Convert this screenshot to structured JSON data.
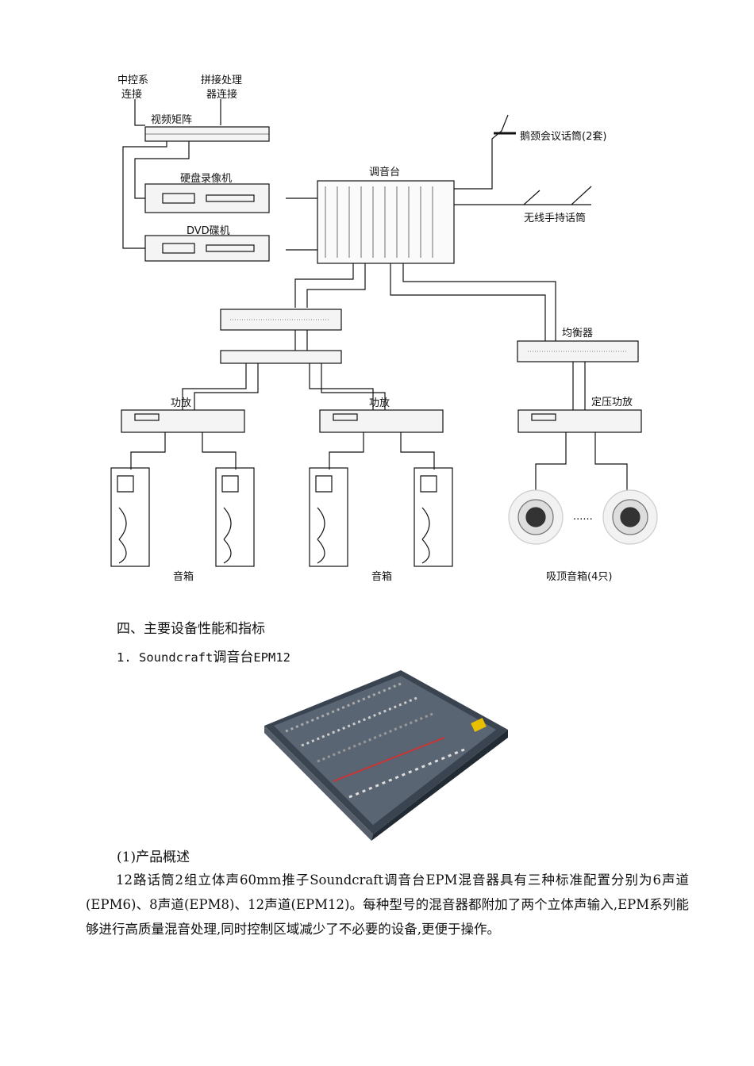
{
  "diagram": {
    "labels": {
      "central_control": "中控系",
      "connect": "连接",
      "splice_processor": "拼接处理",
      "device_connect": "器连接",
      "video_matrix": "视频矩阵",
      "dvr": "硬盘录像机",
      "dvd": "DVD碟机",
      "mixer": "调音台",
      "gooseneck_mic": "鹅颈会议话筒(2套)",
      "wireless_mic": "无线手持话筒",
      "equalizer": "均衡器",
      "amp_left": "功放",
      "amp_right": "功放",
      "cv_amp": "定压功放",
      "speaker_left": "音箱",
      "speaker_right": "音箱",
      "ceiling_speakers": "吸顶音箱(4只)",
      "ellipsis": "......"
    }
  },
  "section_heading": "四、主要设备性能和指标",
  "product_heading": {
    "number": "1. ",
    "brand": "Soundcraft",
    "middle": "调音台",
    "model": "EPM12"
  },
  "overview_heading": "(1)产品概述",
  "paragraph": "12路话筒2组立体声60mm推子Soundcraft调音台EPM混音器具有三种标准配置分别为6声道(EPM6)、8声道(EPM8)、12声道(EPM12)。每种型号的混音器都附加了两个立体声输入,EPM系列能够进行高质量混音处理,同时控制区域减少了不必要的设备,更便于操作。"
}
